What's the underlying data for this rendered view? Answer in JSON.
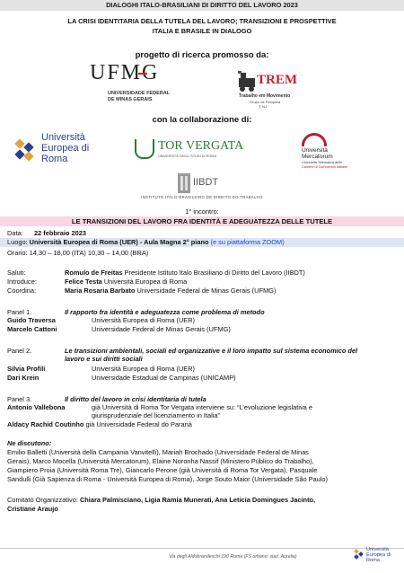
{
  "header": {
    "top_band": "DIALOGHI ITALO-BRASILIANI DI DIRITTO DEL LAVORO 2023",
    "title_line1": "LA CRISI IDENTITARIA DELLA TUTELA DEL LAVORO; TRANSIZIONI E PROSPETTIVE",
    "title_line2": "ITALIA E BRASILE IN DIALOGO",
    "promoted_by": "progetto di ricerca promosso da:",
    "collaboration": "con la collaborazione di:"
  },
  "logos": {
    "ufmg_mark": "UFMG",
    "ufmg_line1": "UNIVERSIDADE FEDERAL",
    "ufmg_line2": "DE MINAS GERAIS",
    "trem_mark": "TREM",
    "trem_line1": "Trabalho em Movimento",
    "trem_line2": "Grupo de Pesquisa",
    "trem_line3": "© NJ",
    "uer_line1": "Università",
    "uer_line2": "Europea di",
    "uer_line3": "Roma",
    "torvergata_mark": "TOR VERGATA",
    "torvergata_sub": "UNIVERSITÀ DEGLI STUDI DI ROMA",
    "mercatorum_line1": "Università",
    "mercatorum_line2": "Mercatorum",
    "mercatorum_sub1": "Università Telematica delle",
    "mercatorum_sub2": "Camere di Commercio Italiane",
    "iibdt_mark": "IIBDT",
    "iibdt_sub": "INSTITUTO ITALO-BRASILEIRO DE DIREITO DO TRABALHO",
    "footer_uer_line1": "Università",
    "footer_uer_line2": "Europea di",
    "footer_uer_line3": "Roma"
  },
  "incontro": {
    "label": "1° incontro:",
    "title": "LE TRANSIZIONI DEL LAVORO FRA IDENTITÀ E ADEGUATEZZA DELLE TUTELE"
  },
  "info": {
    "data_label": "Data:",
    "data_value": "22 febbraio 2023",
    "luogo_label": "Luogo:",
    "luogo_value": "Università Europea di Roma (UER) - Aula Magna 2° piano",
    "luogo_online": "(e su piattaforma ZOOM)",
    "orario_label": "Orario:",
    "orario_value": "14,30 – 18,00 (ITA)  10,30 – 14,00 (BRA)"
  },
  "roles": [
    {
      "label": "Saluti:",
      "name": "Romulo de Freitas",
      "desc": "Presidente Istituto Italo Brasiliano di Diritto del Lavoro (IIBDT)"
    },
    {
      "label": "Introduce:",
      "name": "Felice Testa",
      "desc": "Università Europea di Roma"
    },
    {
      "label": "Coordina:",
      "name": "Maria Rosaria Barbato",
      "desc": "Universidade Federal de Minas Gerais (UFMG)"
    }
  ],
  "panel1": {
    "label": "Panel 1.",
    "topic": "Il rapporto fra identità e adeguatezza come problema di metodo",
    "speakers": [
      {
        "name": "Guido Traversa",
        "affiliation": "Università Europea di Roma (UER)"
      },
      {
        "name": "Marcelo Cattoni",
        "affiliation": "Universidade Federal de Minas Gerais (UFMG)"
      }
    ]
  },
  "panel2": {
    "label": "Panel 2.",
    "topic_line1": "Le transizioni ambientali, sociali ed organizzative e il loro impatto sul sistema economico del",
    "topic_line2": "lavoro e sui diritti sociali",
    "speakers": [
      {
        "name": "Silvia Profili",
        "affiliation": "Università Europea di Roma (UER)"
      },
      {
        "name": "Dari Krein",
        "affiliation": "Universidade Estadual de Campinas (UNICAMP)"
      }
    ]
  },
  "panel3": {
    "label": "Panel 3.",
    "topic": "Il diritto del lavoro in crisi identitaria di tutela",
    "speaker1_name": "Antonio Vallebona",
    "speaker1_line1": "già Università di Roma Tor Vergata interviene su: “L’evoluzione legislativa e",
    "speaker1_line2": "giurisprudenziale del licenziamento in Italia”",
    "speaker2_name": "Aldacy Rachid Coutinho",
    "speaker2_aff": "già Universidade Federal do Paranà"
  },
  "discussants": {
    "label": "Ne discutono:",
    "line1": "Emilio Balletti (Università della Campania Vanvitelli), Mariah Brochado (Universidade Federal de Minas",
    "line2": "Gerais), Marco Mocella (Università Mercatorum), Elaine Noronha Nassif (Ministero Público do Trabalho),",
    "line3": "Giampiero Proia (Università Roma Tre), Giancarlo Perone (già Università di Roma Tor Vergata), Pasquale",
    "line4": "Sandulli (Già Sapienza di Roma - Università Europea di Roma), Jorge Souto Maior (Universidade São Paulo)"
  },
  "committee": {
    "label": "Comitato Organizzativo:",
    "line1": "Chiara Palmisciano, Ligia Ramia Munerati, Ana Leticia Domingues Jacinto,",
    "line2": "Cristiane Araujo"
  },
  "footer": {
    "address": "Via degli Aldobrandeschi 190 Roma (FS urbano: staz. Aurelia)"
  },
  "colors": {
    "accent_blue": "#2c3e8f",
    "ufmg_red": "#c0272d",
    "incontro_band": "#f7d7e2",
    "link_blue": "#1a44c8"
  }
}
